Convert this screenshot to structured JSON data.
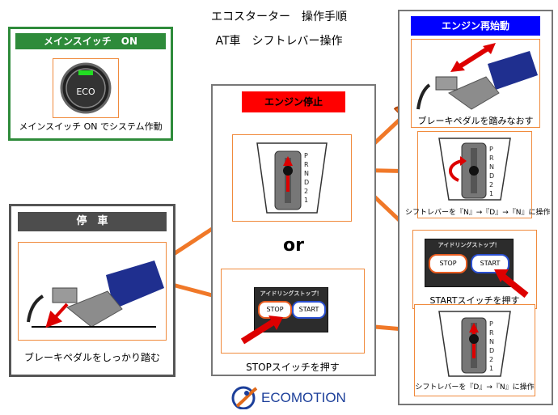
{
  "title": {
    "line1": "エコスターター　操作手順",
    "line2": "AT車　シフトレバー操作"
  },
  "main_switch": {
    "header": "メインスイッチ　ON",
    "button_label": "ECO",
    "caption": "メインスイッチ ON でシステム作動"
  },
  "stop_section": {
    "header": "停　車",
    "caption": "ブレーキペダルをしっかり踏む"
  },
  "engine_stop": {
    "header": "エンジン停止",
    "or_label": "or",
    "caption_stop": "STOPスイッチを押す"
  },
  "engine_restart": {
    "header": "エンジン再始動",
    "caption_brake": "ブレーキペダルを踏みなおす",
    "caption_shift1": "シフトレバーを『N』→『D』→『N』に操作",
    "caption_start": "STARTスイッチを押す",
    "caption_shift2": "シフトレバーを『D』→『N』に操作"
  },
  "panel": {
    "title": "アイドリングストップ！",
    "stop_label": "STOP",
    "start_label": "START"
  },
  "gear_letters": [
    "P",
    "R",
    "N",
    "D",
    "2",
    "1"
  ],
  "logo": {
    "text": "ECOMOTION"
  },
  "colors": {
    "green": "#2e8b3a",
    "red_header": "#ff0000",
    "blue_header": "#0000ff",
    "dark_header": "#4d4d4d",
    "arrow_orange": "#f07828",
    "pedal_blue": "#1f2f8f"
  }
}
